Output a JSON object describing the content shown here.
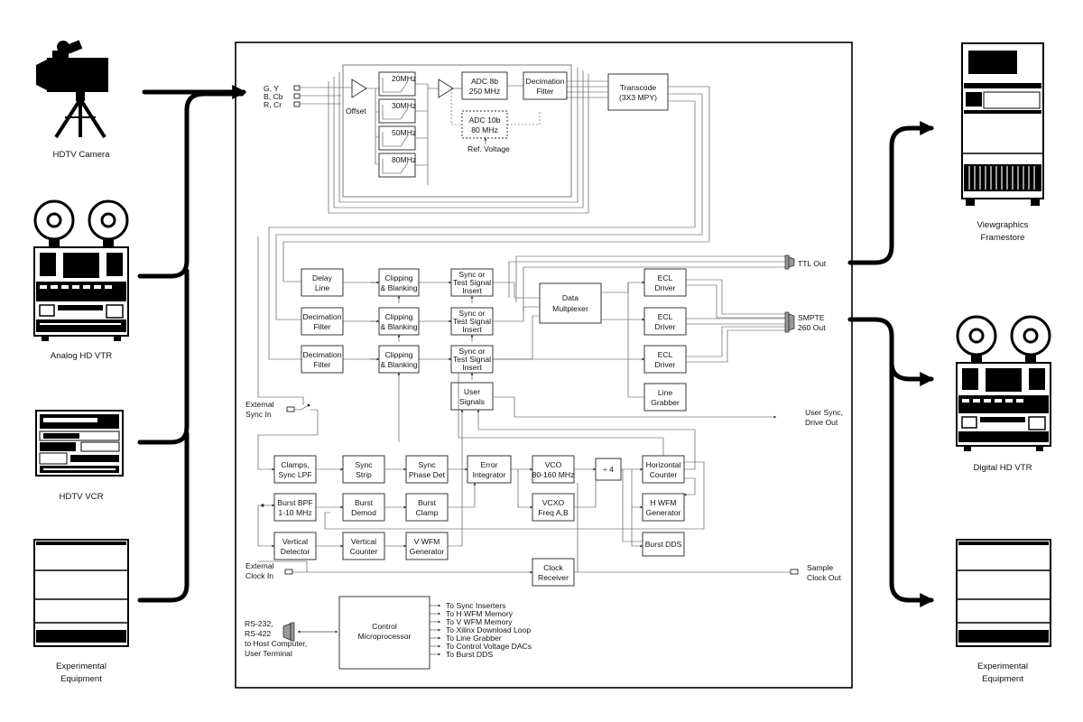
{
  "devices": {
    "camera": "HDTV Camera",
    "analog_vtr": "Analog HD VTR",
    "vcr": "HDTV VCR",
    "exp_left": [
      "Experimental",
      "Equipment"
    ],
    "framestore": [
      "Viewgraphics",
      "Framestore"
    ],
    "digital_vtr": "Digital HD VTR",
    "exp_right": [
      "Experimental",
      "Equipment"
    ]
  },
  "inputs": {
    "components": [
      "G, Y",
      "B, Cb",
      "R, Cr"
    ],
    "offset": "Offset",
    "external_sync": [
      "External",
      "Sync In"
    ],
    "external_clock": [
      "External",
      "Clock In"
    ],
    "rs232": [
      "RS-232,",
      "RS-422",
      "to Host Computer,",
      "User Terminal"
    ]
  },
  "filters": [
    "20MHz",
    "30MHz",
    "50MHz",
    "80MHz"
  ],
  "blocks": {
    "adc8": [
      "ADC 8b",
      "250 MHz"
    ],
    "adc10": [
      "ADC 10b",
      "80 MHz"
    ],
    "ref_voltage": "Ref. Voltage",
    "decimation_top": [
      "Decimation",
      "Filter"
    ],
    "transcode": [
      "Transcode",
      "(3X3 MPY)"
    ],
    "delay_line": [
      "Delay",
      "Line"
    ],
    "decimation_2": [
      "Decimation",
      "Filter"
    ],
    "decimation_3": [
      "Decimation",
      "Filter"
    ],
    "clip_1": [
      "Clipping",
      "& Blanking"
    ],
    "clip_2": [
      "Clipping",
      "& Blanking"
    ],
    "clip_3": [
      "Clipping",
      "& Blanking"
    ],
    "sync_ins_1": [
      "Sync or",
      "Test Signal",
      "Insert"
    ],
    "sync_ins_2": [
      "Sync or",
      "Test Signal",
      "Insert"
    ],
    "sync_ins_3": [
      "Sync or",
      "Test Signal",
      "Insert"
    ],
    "user_signals": [
      "User",
      "Signals"
    ],
    "data_mux": [
      "Data",
      "Multplexer"
    ],
    "ecl_1": [
      "ECL",
      "Driver"
    ],
    "ecl_2": [
      "ECL",
      "Driver"
    ],
    "ecl_3": [
      "ECL",
      "Driver"
    ],
    "line_grabber": [
      "Line",
      "Grabber"
    ],
    "clamps": [
      "Clamps,",
      "Sync LPF"
    ],
    "sync_strip": [
      "Sync",
      "Strip"
    ],
    "sync_phase": [
      "Sync",
      "Phase Det"
    ],
    "error_int": [
      "Error",
      "Integrator"
    ],
    "vco": [
      "VCO",
      "80-160 MHz"
    ],
    "divide": "÷ 4",
    "hcounter": [
      "Horizontal",
      "Counter"
    ],
    "burst_bpf": [
      "Burst BPF",
      "1-10 MHz"
    ],
    "burst_demod": [
      "Burst",
      "Demod"
    ],
    "burst_clamp": [
      "Burst",
      "Clamp"
    ],
    "vcxo": [
      "VCXO",
      "Freq A,B"
    ],
    "hwfm": [
      "H WFM",
      "Generator"
    ],
    "vdetector": [
      "Vertical",
      "Detector"
    ],
    "vcounter": [
      "Vertical",
      "Counter"
    ],
    "vwfm": [
      "V WFM",
      "Generator"
    ],
    "burst_dds": "Burst DDS",
    "clock_receiver": [
      "Clock",
      "Receiver"
    ],
    "control_micro": [
      "Control",
      "Microprocessor"
    ]
  },
  "outputs": {
    "ttl": "TTL Out",
    "smpte": [
      "SMPTE",
      "260 Out"
    ],
    "user_sync": [
      "User Sync,",
      "Drive Out"
    ],
    "sample_clock": [
      "Sample",
      "Clock Out"
    ]
  },
  "micro_targets": [
    "To Sync Inserters",
    "To H WFM Memory",
    "To V WFM Memory",
    "To Xilinx Download Loop",
    "To Line Grabber",
    "To Control Voltage DACs",
    "To Burst DDS"
  ]
}
